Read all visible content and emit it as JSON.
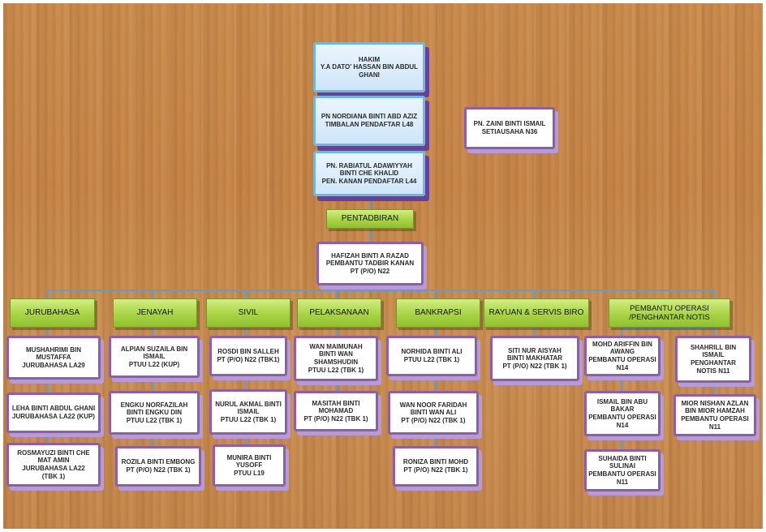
{
  "top": {
    "hakim": "HAKIM\nY.A DATO' HASSAN BIN ABDUL GHANI",
    "timbalan": "PN NORDIANA BINTI ABD AZIZ\nTIMBALAN PENDAFTAR L48",
    "setiausaha": "PN. ZAINI BINTI ISMAIL\nSETIAUSAHA N36",
    "penolong": "PN. RABIATUL ADAWIYYAH\nBINTI CHE KHALID\nPEN. KANAN PENDAFTAR L44"
  },
  "pentadbiran": {
    "label": "PENTADBIRAN",
    "head": "HAFIZAH BINTI A RAZAD\nPEMBANTU TADBIR KANAN\nPT (P/O) N22"
  },
  "departments": [
    {
      "label": "JURUBAHASA",
      "staff": [
        "MUSHAHRIMI BIN\nMUSTAFFA\nJURUBAHASA LA29",
        "LEHA BINTI ABDUL GHANI\nJURUBAHASA LA22 (KUP)",
        "ROSMAYUZI BINTI CHE\nMAT AMIN\nJURUBAHASA LA22\n(TBK 1)"
      ]
    },
    {
      "label": "JENAYAH",
      "staff": [
        "ALPIAN SUZAILA BIN\nISMAIL\nPTUU L22 (KUP)",
        "ENGKU NORFAZILAH\nBINTI ENGKU DIN\nPTUU L22 (TBK 1)",
        "ROZILA BINTI EMBONG\nPT (P/O) N22 (TBK 1)"
      ]
    },
    {
      "label": "SIVIL",
      "staff": [
        "ROSDI BIN SALLEH\nPT (P/O) N22 (TBK1)",
        "NURUL AKMAL BINTI\nISMAIL\nPTUU L22 (TBK 1)",
        "MUNIRA BINTI\nYUSOFF\nPTUU L19"
      ]
    },
    {
      "label": "PELAKSANAAN",
      "staff": [
        "WAN MAIMUNAH\nBINTI WAN\nSHAMSHUDIN\nPTUU L22 (TBK 1)",
        "MASITAH BINTI\nMOHAMAD\nPT (P/O) N22 (TBK 1)"
      ]
    },
    {
      "label": "BANKRAPSI",
      "staff": [
        "NORHIDA BINTI ALI\nPTUU L22 (TBK 1)",
        "WAN NOOR FARIDAH\nBINTI WAN ALI\nPT (P/O) N22 (TBK 1)",
        "RONIZA BINTI MOHD\nPT (P/O) N22 (TBK 1)"
      ]
    },
    {
      "label": "RAYUAN & SERVIS BIRO",
      "staff": [
        "SITI NUR AISYAH\nBINTI MAKHATAR\nPT (P/O) N22 (TBK 1)"
      ]
    },
    {
      "label": "PEMBANTU OPERASI\n/PENGHANTAR NOTIS",
      "staff": [
        "MOHD ARIFFIN BIN\nAWANG\nPEMBANTU OPERASI\nN14",
        "ISMAIL BIN ABU\nBAKAR\nPEMBANTU OPERASI\nN14",
        "SUHAIDA BINTI\nSULINAI\nPEMBANTU OPERASI\nN11",
        "SHAHRILL BIN\nISMAIL\nPENGHANTAR\nNOTIS N11",
        "MIOR NISHAN AZLAN\nBIN MIOR HAMZAH\nPEMBANTU OPERASI\nN11"
      ]
    }
  ]
}
